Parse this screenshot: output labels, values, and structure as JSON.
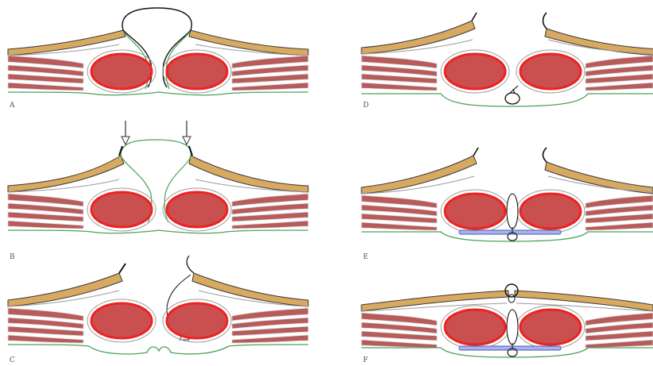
{
  "panels": [
    {
      "id": "A",
      "label": "A"
    },
    {
      "id": "B",
      "label": "B"
    },
    {
      "id": "C",
      "label": "C"
    },
    {
      "id": "D",
      "label": "D"
    },
    {
      "id": "E",
      "label": "E"
    },
    {
      "id": "F",
      "label": "F"
    }
  ],
  "colors": {
    "fat_layer": "#d8a960",
    "fat_outline": "#3a3a3a",
    "muscle_fill": "#c9504f",
    "muscle_outline": "#ee2222",
    "muscle_band": "#b75b5b",
    "fascia_line": "#4aa35a",
    "membrane_line": "#9a9a9a",
    "mesh_fill": "#a9b4e6",
    "mesh_outline": "#4858b8",
    "outline": "#111111"
  }
}
